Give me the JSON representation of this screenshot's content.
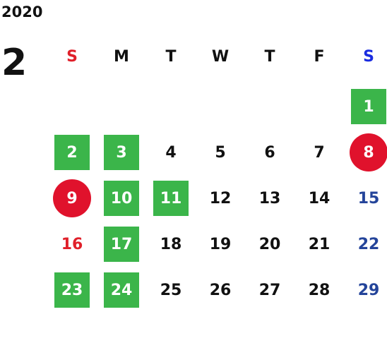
{
  "year": "2020",
  "month": "2",
  "weekdays": [
    "S",
    "M",
    "T",
    "W",
    "T",
    "F",
    "S"
  ],
  "colors": {
    "green": "#3bb54a",
    "red_circle": "#e0122c",
    "sunday": "#e0202a",
    "saturday": "#24449a",
    "header_sun": "#e0202a",
    "header_sat": "#1a2ce0"
  },
  "days": [
    {
      "n": "1",
      "col": 6,
      "row": 0,
      "style": "green"
    },
    {
      "n": "2",
      "col": 0,
      "row": 1,
      "style": "green"
    },
    {
      "n": "3",
      "col": 1,
      "row": 1,
      "style": "green"
    },
    {
      "n": "4",
      "col": 2,
      "row": 1,
      "style": "plain"
    },
    {
      "n": "5",
      "col": 3,
      "row": 1,
      "style": "plain"
    },
    {
      "n": "6",
      "col": 4,
      "row": 1,
      "style": "plain"
    },
    {
      "n": "7",
      "col": 5,
      "row": 1,
      "style": "plain"
    },
    {
      "n": "8",
      "col": 6,
      "row": 1,
      "style": "red"
    },
    {
      "n": "9",
      "col": 0,
      "row": 2,
      "style": "red"
    },
    {
      "n": "10",
      "col": 1,
      "row": 2,
      "style": "green"
    },
    {
      "n": "11",
      "col": 2,
      "row": 2,
      "style": "green"
    },
    {
      "n": "12",
      "col": 3,
      "row": 2,
      "style": "plain"
    },
    {
      "n": "13",
      "col": 4,
      "row": 2,
      "style": "plain"
    },
    {
      "n": "14",
      "col": 5,
      "row": 2,
      "style": "plain"
    },
    {
      "n": "15",
      "col": 6,
      "row": 2,
      "style": "plain"
    },
    {
      "n": "16",
      "col": 0,
      "row": 3,
      "style": "plain"
    },
    {
      "n": "17",
      "col": 1,
      "row": 3,
      "style": "green"
    },
    {
      "n": "18",
      "col": 2,
      "row": 3,
      "style": "plain"
    },
    {
      "n": "19",
      "col": 3,
      "row": 3,
      "style": "plain"
    },
    {
      "n": "20",
      "col": 4,
      "row": 3,
      "style": "plain"
    },
    {
      "n": "21",
      "col": 5,
      "row": 3,
      "style": "plain"
    },
    {
      "n": "22",
      "col": 6,
      "row": 3,
      "style": "plain"
    },
    {
      "n": "23",
      "col": 0,
      "row": 4,
      "style": "green"
    },
    {
      "n": "24",
      "col": 1,
      "row": 4,
      "style": "green"
    },
    {
      "n": "25",
      "col": 2,
      "row": 4,
      "style": "plain"
    },
    {
      "n": "26",
      "col": 3,
      "row": 4,
      "style": "plain"
    },
    {
      "n": "27",
      "col": 4,
      "row": 4,
      "style": "plain"
    },
    {
      "n": "28",
      "col": 5,
      "row": 4,
      "style": "plain"
    },
    {
      "n": "29",
      "col": 6,
      "row": 4,
      "style": "plain"
    }
  ]
}
